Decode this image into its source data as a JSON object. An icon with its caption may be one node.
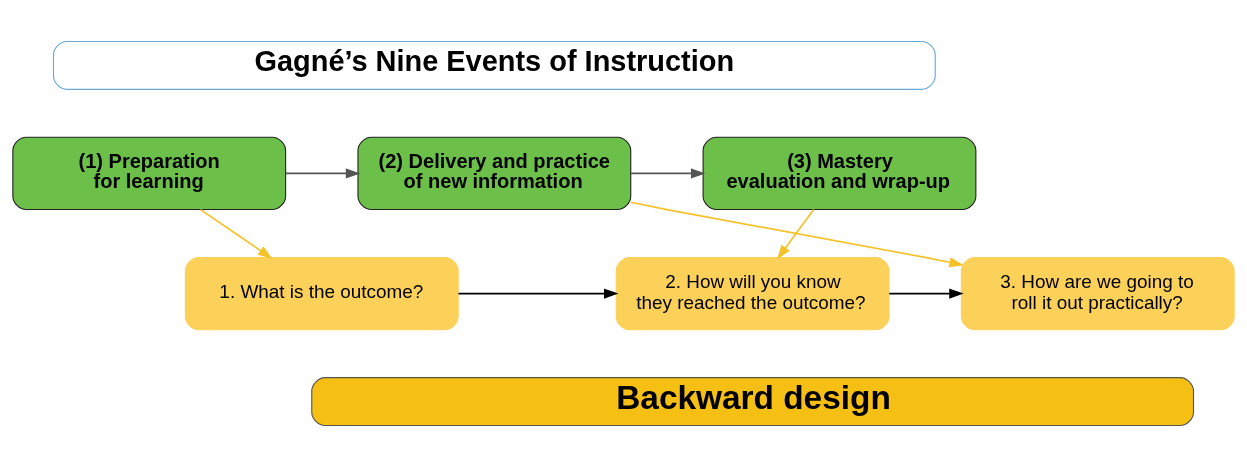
{
  "diagram": {
    "nodes": [
      {
        "text": [
          "Gagné’s Nine Events of Instruction"
        ]
      },
      {
        "text": [
          "(1) Preparation for learning"
        ]
      },
      {
        "text": [
          "(2) Delivery and practice of new information"
        ]
      },
      {
        "text": [
          "(3) Mastery evaluation and wrap-up"
        ]
      },
      {
        "text": [
          "1. What is the outcome?"
        ]
      },
      {
        "text": [
          "2. How will you know they reached the outcome?"
        ]
      },
      {
        "text": [
          "3. How are we going to roll it out practically?"
        ]
      },
      {
        "text": [
          "Backward design"
        ]
      }
    ],
    "edges": [
      {
        "from": 1,
        "to": 2,
        "arrow": "to",
        "color": "#555555"
      },
      {
        "from": 2,
        "to": 3,
        "arrow": "to",
        "color": "#555555"
      },
      {
        "from": 1,
        "to": 4,
        "arrow": "to",
        "color": "#f5c22a"
      },
      {
        "from": 3,
        "to": 5,
        "arrow": "to",
        "color": "#f5c22a"
      },
      {
        "from": 2,
        "to": 6,
        "arrow": "to",
        "color": "#f5c22a"
      },
      {
        "from": 4,
        "to": 5,
        "arrow": "to",
        "color": "#000000"
      },
      {
        "from": 5,
        "to": 6,
        "arrow": "to",
        "color": "#000000"
      }
    ]
  }
}
